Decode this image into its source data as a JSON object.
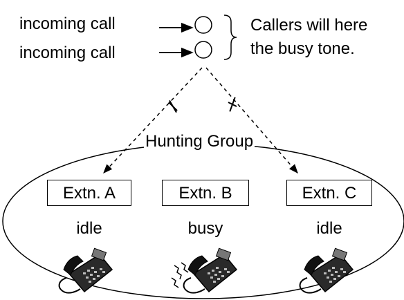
{
  "calls": {
    "call_1_label": "incoming call",
    "call_2_label": "incoming call"
  },
  "note": {
    "line_1": "Callers will here",
    "line_2": "the busy tone."
  },
  "group_label": "Hunting Group",
  "extensions": [
    {
      "name": "Extn. A",
      "state": "idle"
    },
    {
      "name": "Extn. B",
      "state": "busy"
    },
    {
      "name": "Extn. C",
      "state": "idle"
    }
  ]
}
